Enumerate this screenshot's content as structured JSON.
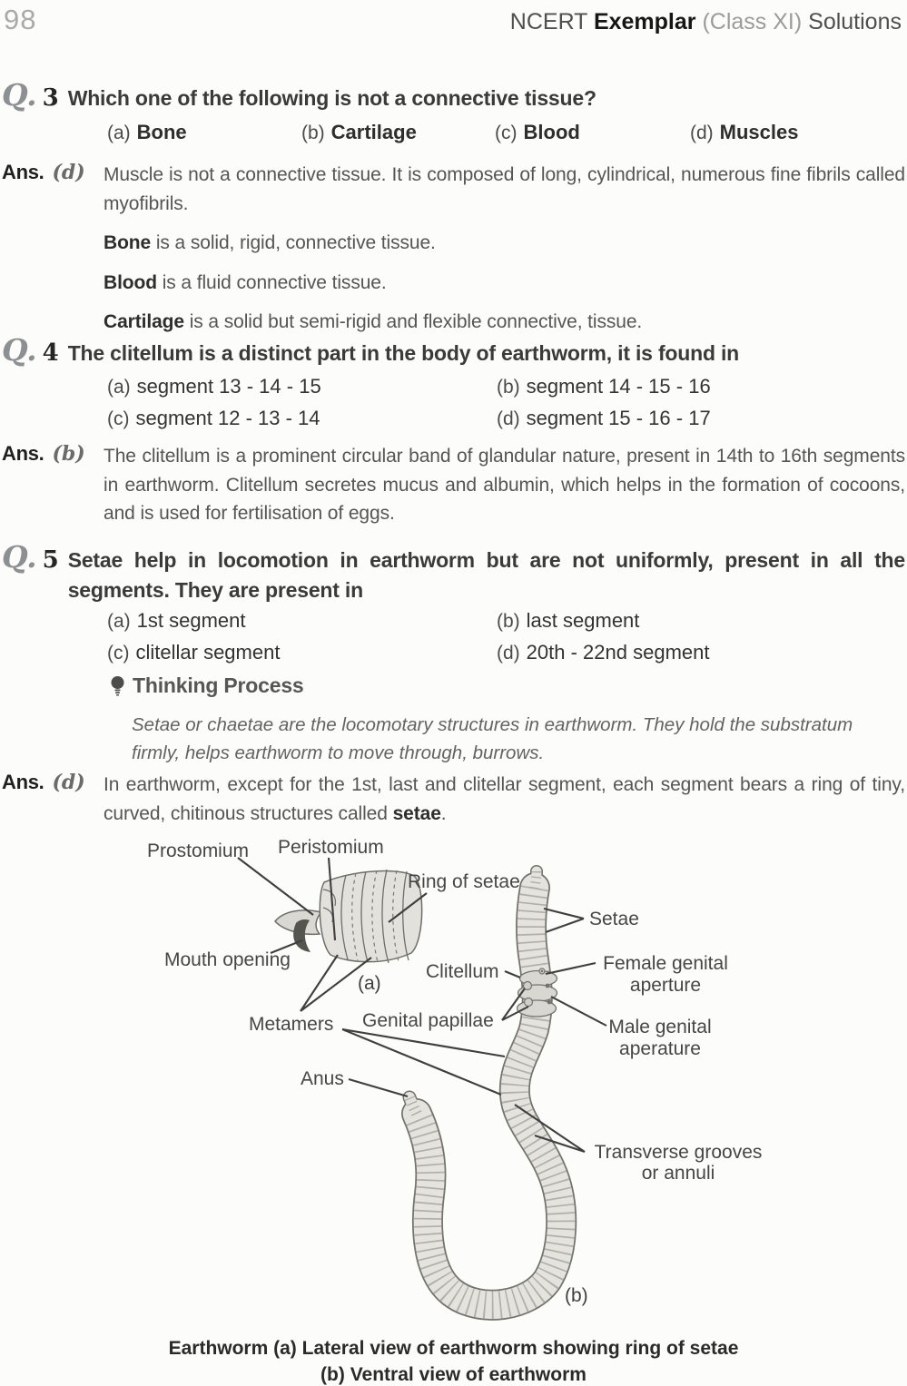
{
  "header": {
    "page_number": "98",
    "brand_prefix": "NCERT ",
    "brand_bold": "Exemplar",
    "brand_class": " (Class XI) ",
    "brand_suffix": "Solutions"
  },
  "q3": {
    "q_glyph": "Q.",
    "number": "3",
    "text": "Which one of the following is not a connective tissue?",
    "options": [
      {
        "letter": "(a)",
        "text": "Bone"
      },
      {
        "letter": "(b)",
        "text": "Cartilage"
      },
      {
        "letter": "(c)",
        "text": "Blood"
      },
      {
        "letter": "(d)",
        "text": "Muscles"
      }
    ],
    "ans_label": "Ans.",
    "ans_letter": "(d)",
    "answer_para": "Muscle is not a connective tissue. It is composed of long, cylindrical, numerous fine fibrils called myofibrils.",
    "points": [
      {
        "term": "Bone",
        "rest": " is a solid, rigid, connective tissue."
      },
      {
        "term": "Blood",
        "rest": " is a fluid connective tissue."
      },
      {
        "term": "Cartilage",
        "rest": " is a solid but semi-rigid and flexible connective, tissue."
      }
    ]
  },
  "q4": {
    "q_glyph": "Q.",
    "number": "4",
    "text": "The clitellum is a distinct part in the body of earthworm, it is found in",
    "options": [
      {
        "letter": "(a)",
        "text": "segment 13 - 14 - 15"
      },
      {
        "letter": "(b)",
        "text": "segment 14 - 15 - 16"
      },
      {
        "letter": "(c)",
        "text": "segment 12 - 13 - 14"
      },
      {
        "letter": "(d)",
        "text": "segment 15 - 16 - 17"
      }
    ],
    "ans_label": "Ans.",
    "ans_letter": "(b)",
    "answer_para": "The clitellum is a prominent circular band of glandular nature, present in 14th to 16th segments in earthworm. Clitellum secretes mucus and albumin, which helps in the formation of cocoons, and is used for fertilisation of eggs."
  },
  "q5": {
    "q_glyph": "Q.",
    "number": "5",
    "text": "Setae help in locomotion in earthworm but are not uniformly, present in all the segments. They are present in",
    "options": [
      {
        "letter": "(a)",
        "text": "1st segment"
      },
      {
        "letter": "(b)",
        "text": "last segment"
      },
      {
        "letter": "(c)",
        "text": "clitellar segment"
      },
      {
        "letter": "(d)",
        "text": "20th - 22nd segment"
      }
    ],
    "ans_label": "Ans.",
    "ans_letter": "(d)",
    "answer_pre": "In earthworm, except for the 1st, last and clitellar segment, each segment bears a ring of tiny, curved, chitinous structures called ",
    "answer_bold": "setae",
    "answer_post": "."
  },
  "thinking": {
    "icon": "bulb",
    "title": "Thinking Process",
    "body": "Setae or chaetae are the locomotary structures in earthworm. They hold the substratum firmly, helps earthworm to move through, burrows."
  },
  "diagram": {
    "part_a_tag": "(a)",
    "part_b_tag": "(b)",
    "labels": {
      "prostomium": "Prostomium",
      "peristomium": "Peristomium",
      "ring_of_setae": "Ring of setae",
      "mouth_opening": "Mouth opening",
      "metamers": "Metamers",
      "genital_papillae": "Genital papillae",
      "anus": "Anus",
      "setae": "Setae",
      "clitellum": "Clitellum",
      "female_genital_line1": "Female genital",
      "female_genital_line2": "aperture",
      "male_genital_line1": "Male genital",
      "male_genital_line2": "aperature",
      "transverse_line1": "Transverse grooves",
      "transverse_line2": "or annuli"
    }
  },
  "caption": {
    "line1": "Earthworm (a) Lateral view of earthworm showing ring of setae",
    "line2": "(b) Ventral view of earthworm"
  }
}
